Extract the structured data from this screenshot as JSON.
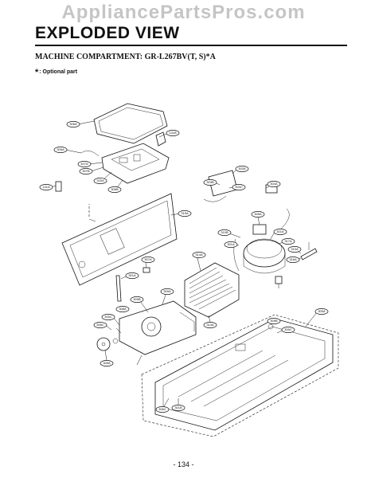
{
  "watermark": "AppliancePartsPros.com",
  "title": "EXPLODED VIEW",
  "subtitle": "MACHINE COMPARTMENT: GR-L267BV(T, S)*A",
  "note_mark": "*",
  "note": ": Optional part",
  "page_number": "- 134 -",
  "callouts": [
    "306A",
    "131B",
    "305A",
    "407A",
    "307B",
    "320A",
    "306B",
    "131A",
    "303A",
    "303B",
    "303C",
    "304A",
    "319A",
    "305A",
    "310B",
    "301A",
    "301A",
    "317A",
    "310A",
    "316A",
    "307A",
    "314A",
    "301A",
    "309A",
    "309B",
    "308A",
    "309C",
    "308C",
    "309A",
    "314A",
    "305A",
    "309B",
    "309C",
    "306C",
    "301B"
  ]
}
